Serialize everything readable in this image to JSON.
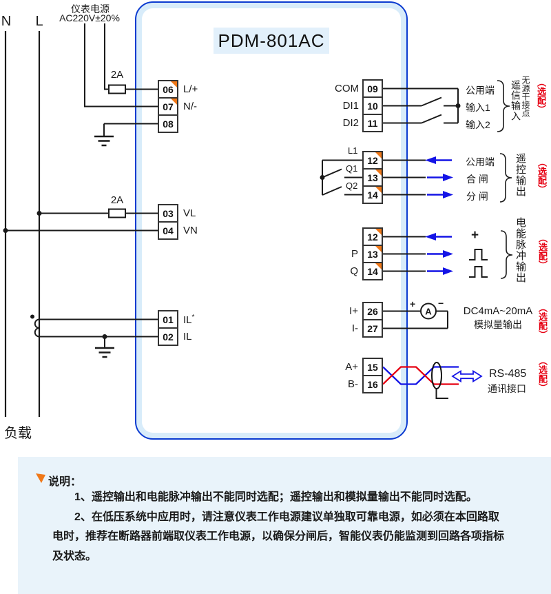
{
  "device": {
    "title": "PDM-801AC"
  },
  "mains": {
    "n": "N",
    "l": "L",
    "load": "负载"
  },
  "supply": {
    "line1": "仪表电源",
    "line2": "AC220V±20%",
    "fuse_top": "2A",
    "fuse_mid": "2A"
  },
  "terminals": {
    "t06": "06",
    "t07": "07",
    "t08": "08",
    "t03": "03",
    "t04": "04",
    "t01": "01",
    "t02": "02",
    "t09": "09",
    "t10": "10",
    "t11": "11",
    "t12a": "12",
    "t13a": "13",
    "t14a": "14",
    "t12b": "12",
    "t13b": "13",
    "t14b": "14",
    "t26": "26",
    "t27": "27",
    "t15": "15",
    "t16": "16"
  },
  "term_labels": {
    "l_plus": "L/+",
    "n_minus": "N/-",
    "vl": "VL",
    "vn": "VN",
    "il_star": "IL",
    "il_star_sup": "*",
    "il": "IL",
    "com": "COM",
    "di1": "DI1",
    "di2": "DI2",
    "l1": "L1",
    "q1": "Q1",
    "q2": "Q2",
    "p": "P",
    "q": "Q",
    "i_plus": "I+",
    "i_minus": "I-",
    "a_plus": "A+",
    "b_minus": "B-"
  },
  "di_section": {
    "common": "公用端",
    "in1": "输入1",
    "in2": "输入2",
    "type": "无源干接点",
    "name": "遥信输入",
    "optional": "（选配）"
  },
  "remote_section": {
    "common": "公用端",
    "close": "合 闸",
    "open": "分 闸",
    "name": "遥控输出",
    "optional": "（选配）"
  },
  "pulse_section": {
    "plus": "+",
    "name": "电能脉冲输出",
    "optional": "（选配）"
  },
  "analog_section": {
    "plus": "+",
    "minus": "−",
    "meter": "A",
    "range": "DC4mA~20mA",
    "name": "模拟量输出",
    "optional": "（选配）"
  },
  "rs485_section": {
    "name": "RS-485",
    "port": "通讯接口",
    "optional": "（选配）"
  },
  "notes": {
    "heading": "说明：",
    "item1": "1、遥控输出和电能脉冲输出不能同时选配；遥控输出和模拟量输出不能同时选配。",
    "item2": "2、在低压系统中应用时，请注意仪表工作电源建议单独取可靠电源，如必须在本回路取电时，推荐在断路器前端取仪表工作电源，以确保分闸后，智能仪表仍能监测到回路各项指标及状态。"
  },
  "colors": {
    "device_border": "#0a3ad0",
    "device_inner_band": "#d8ecfa",
    "title_bg": "#e2f0fb",
    "accent_orange": "#f07818",
    "optional_red": "#e60012",
    "arrow_blue": "#1414e6",
    "wire_black": "#1a1a1a",
    "rs485_wire_red": "#e60012",
    "rs485_wire_blue": "#1414e6",
    "notes_bg": "#e9f3fa"
  }
}
